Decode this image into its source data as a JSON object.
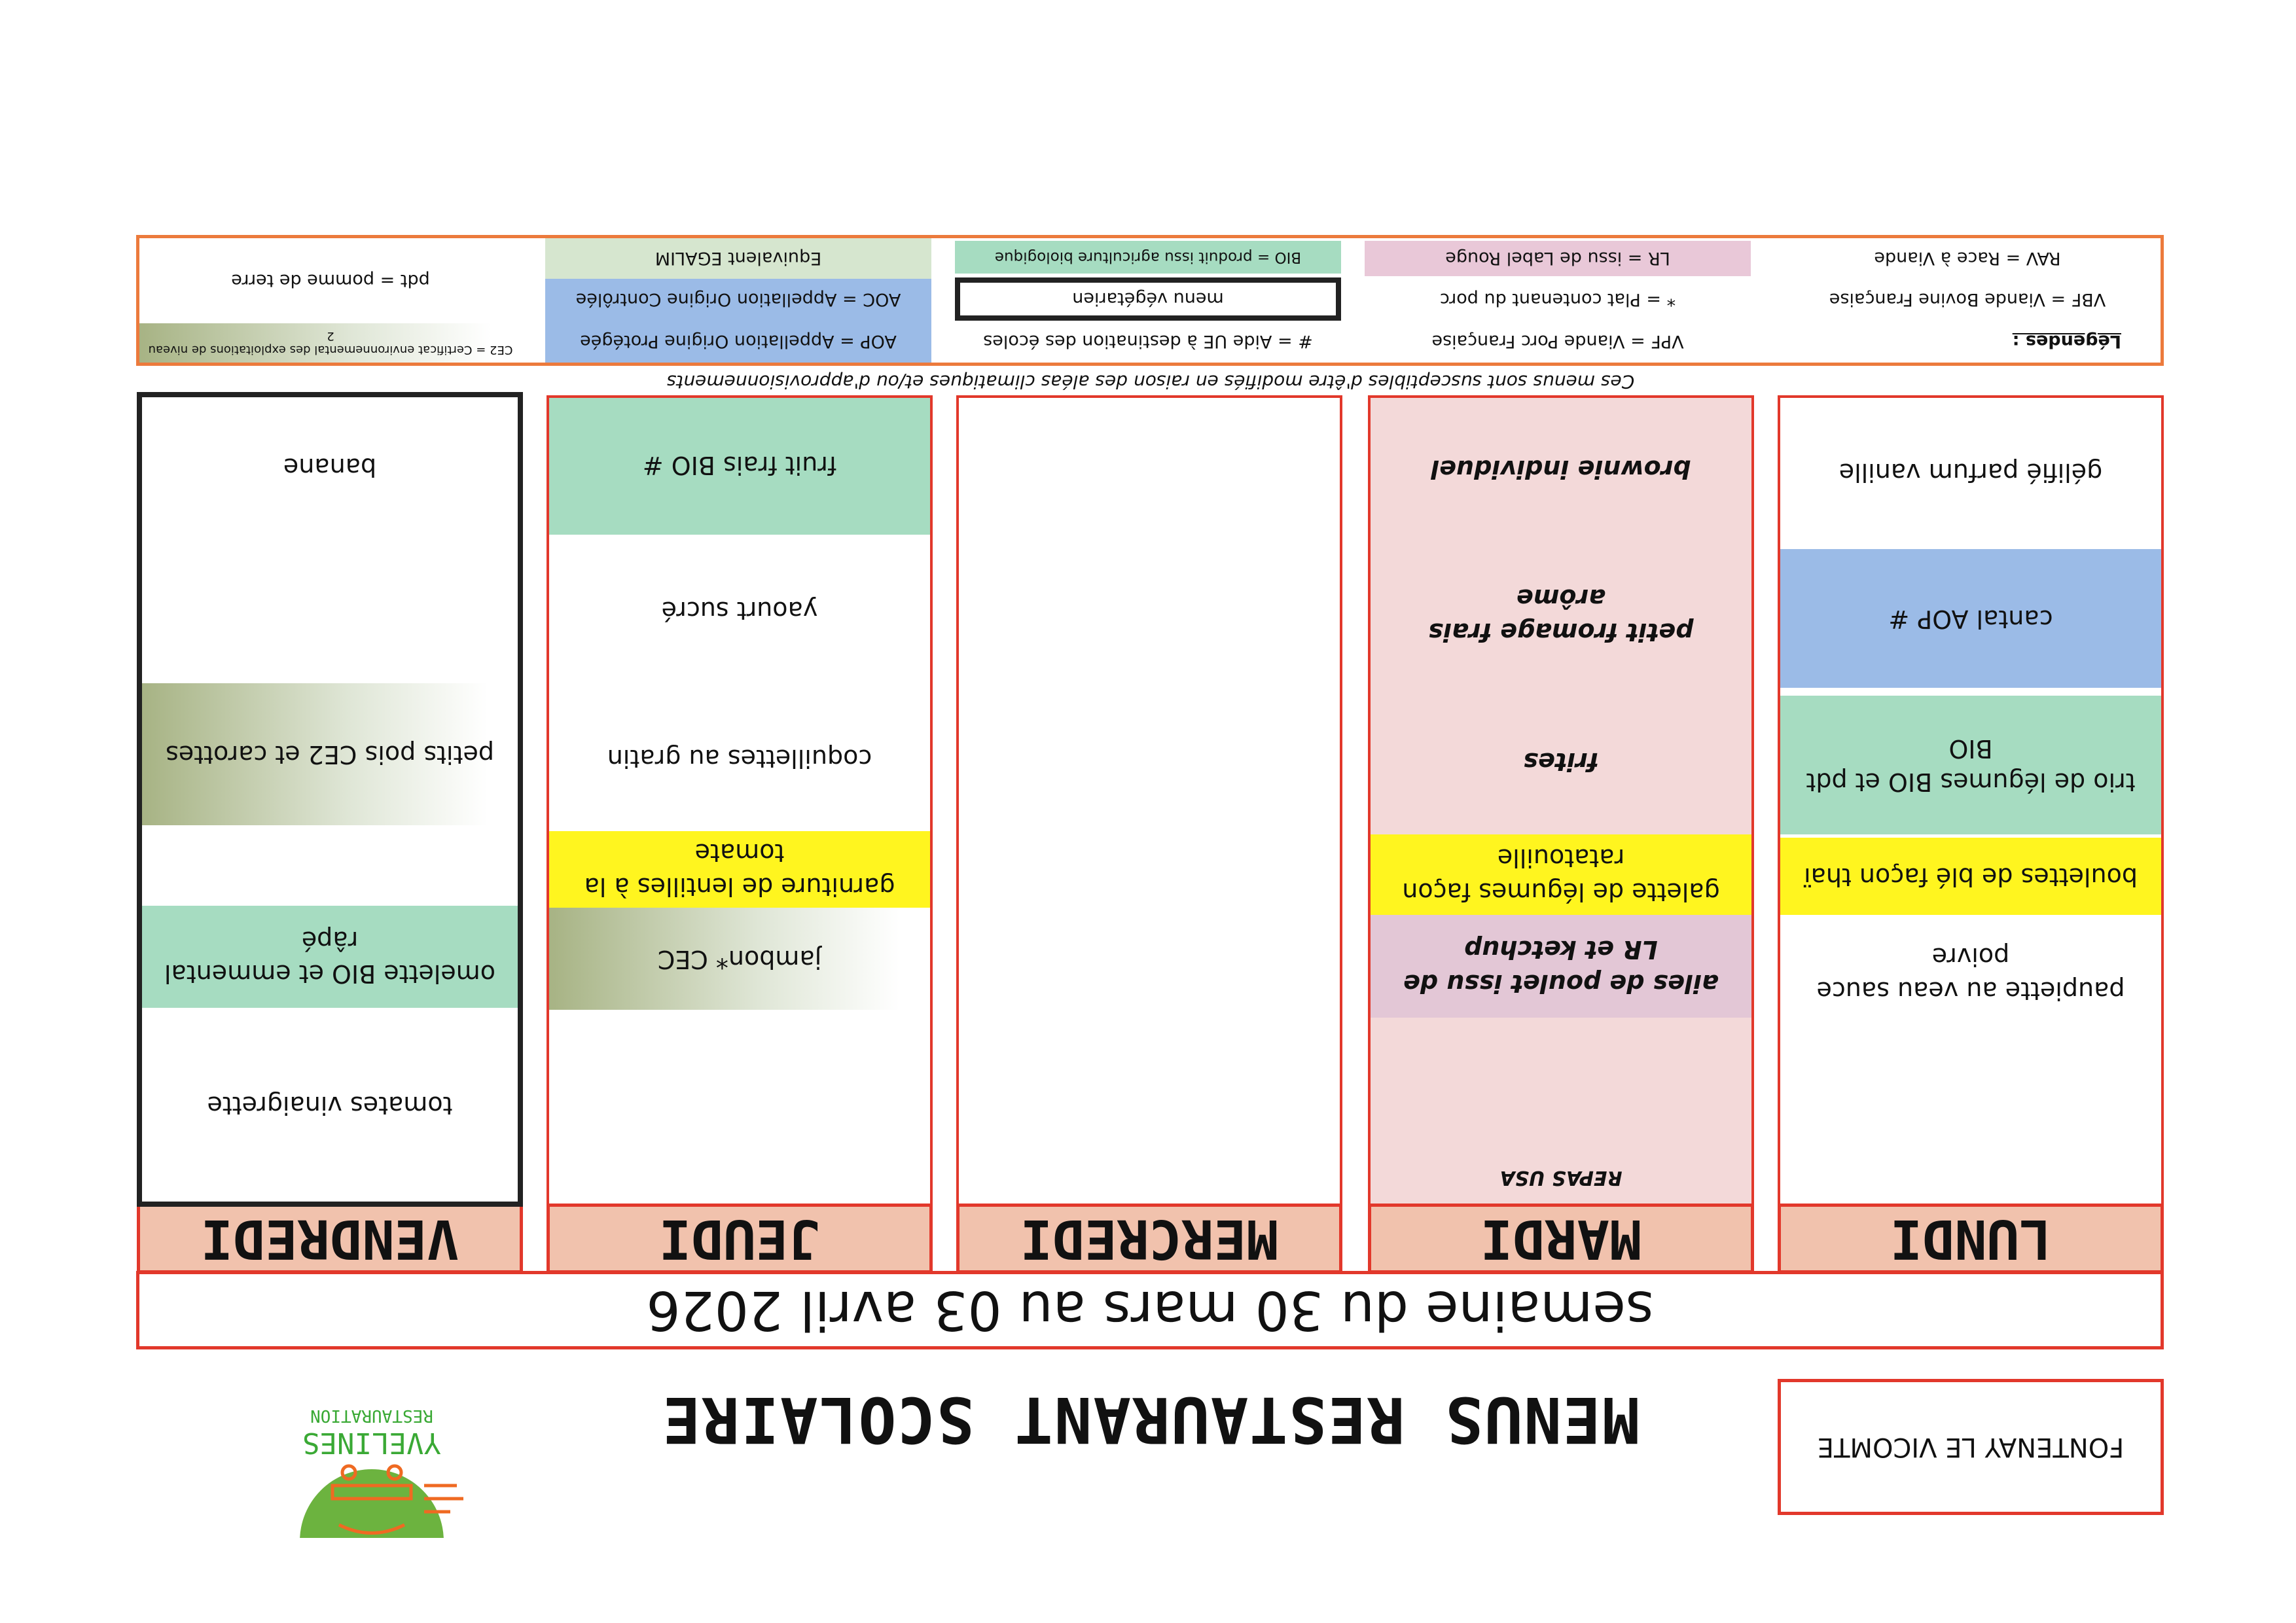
{
  "header": {
    "city": "FONTENAY LE VICOMTE",
    "title": "MENUS RESTAURANT SCOLAIRE",
    "logo_line1": "YVELINES",
    "logo_line2": "RESTAURATION",
    "week": "semaine du 30 mars au 03 avril 2026"
  },
  "colors": {
    "border": "#e2382b",
    "header_bg": "#f1c2ad",
    "bio": "#a6dcc1",
    "aop": "#9bbbe7",
    "yellow": "#fff51f",
    "lr": "#e3c7d6",
    "pink": "#f3d9d9",
    "legend_border": "#ec7a3c"
  },
  "days": [
    {
      "name": "LUNDI",
      "note": "",
      "items": [
        {
          "text": "paupiette au veau sauce poivre",
          "style": "plain"
        },
        {
          "text": "boulettes de blé façon thaï",
          "style": "yellow"
        },
        {
          "text": "trio de légumes BIO et pdt BIO",
          "style": "bio"
        },
        {
          "text": "cantal AOP #",
          "style": "aop"
        },
        {
          "text": "gélifié parfum vanille",
          "style": "plain"
        }
      ]
    },
    {
      "name": "MARDI",
      "note": "REPAS USA",
      "items": [
        {
          "text": "ailes de poulet issu de LR et ketchup",
          "style": "lr italic"
        },
        {
          "text": "galette de légumes façon ratatouille",
          "style": "yellow"
        },
        {
          "text": "frites",
          "style": "italic"
        },
        {
          "text": "petit fromage frais arôme",
          "style": "italic"
        },
        {
          "text": "brownie individuel",
          "style": "italic"
        }
      ]
    },
    {
      "name": "MERCREDI",
      "note": "",
      "items": []
    },
    {
      "name": "JEUDI",
      "note": "",
      "items": [
        {
          "text": "jambon* CEC",
          "style": "grad"
        },
        {
          "text": "garniture de lentilles à la tomate",
          "style": "yellow"
        },
        {
          "text": "coquillettes au gratin",
          "style": "plain"
        },
        {
          "text": "yaourt sucré",
          "style": "plain"
        },
        {
          "text": "fruit frais BIO #",
          "style": "bio"
        }
      ]
    },
    {
      "name": "VENDREDI",
      "note": "",
      "items": [
        {
          "text": "tomates vinaigrette",
          "style": "plain"
        },
        {
          "text": "omelette BIO et emmental râpé",
          "style": "bio"
        },
        {
          "text": "petits pois CE2 et carottes",
          "style": "grad"
        },
        {
          "text": "banane",
          "style": "plain"
        }
      ]
    }
  ],
  "notice": "Ces menus sont susceptibles d'être modifiés en raison des aléas climatiques et/ou d'approvisionnements",
  "legend": {
    "title": "Légendes :",
    "vbf": "VBF = Viande Bovine Française",
    "rav": "RAV = Race à Viande",
    "vpf": "VPF = Viande Porc Française",
    "porc": "* = Plat contenant du porc",
    "lr": "LR = issu de Label Rouge",
    "aide": "# = Aide UE à destination des écoles",
    "veg": "menu végétarien",
    "bio": "BIO = produit issu agriculture biologique",
    "aop": "AOP = Appellation Origine Protégée",
    "aoc": "AOC = Appellation Origine Contrôlée",
    "egalim": "Equivalent EGALIM",
    "ce2": "CE2 = Certificat environnemental des exploitations de niveau",
    "ce2_level": "2",
    "pdt": "pdt = pomme de terre"
  }
}
